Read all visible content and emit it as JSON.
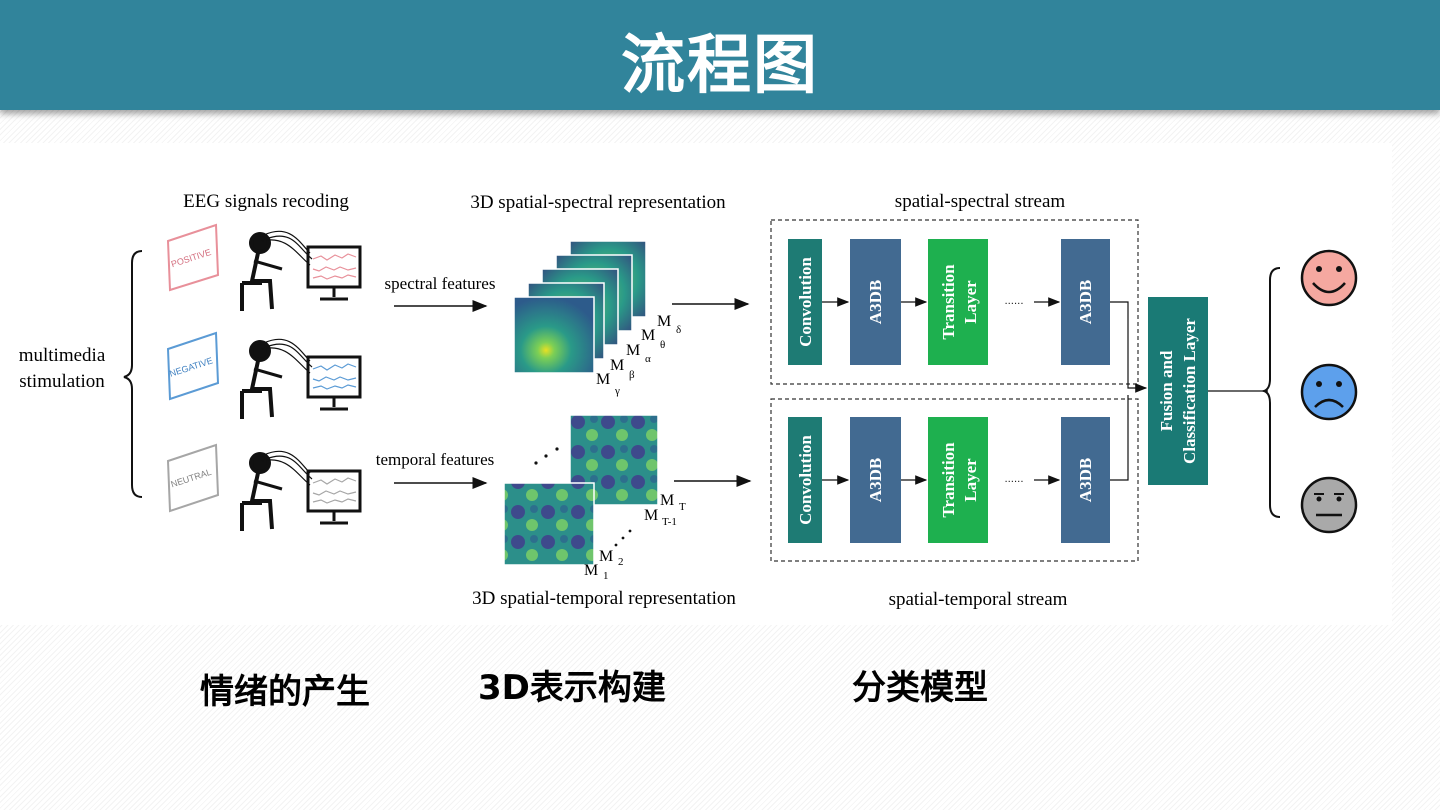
{
  "header": {
    "title": "流程图"
  },
  "diagram": {
    "eeg_title": "EEG signals recoding",
    "stimulation": [
      "multimedia",
      "stimulation"
    ],
    "emotions": [
      "POSITIVE",
      "NEGATIVE",
      "NEUTRAL"
    ],
    "spectral_features": "spectral features",
    "temporal_features": "temporal features",
    "spectral_repr_title": "3D spatial-spectral representation",
    "temporal_repr_title": "3D spatial-temporal representation",
    "spectral_stream_title": "spatial-spectral stream",
    "temporal_stream_title": "spatial-temporal stream",
    "blocks": {
      "convolution": "Convolution",
      "a3db": "A3DB",
      "transition": [
        "Transition",
        "Layer"
      ],
      "dots": "······",
      "fusion": [
        "Fusion and",
        "Classification Layer"
      ]
    },
    "bands": [
      "M",
      "δ",
      "θ",
      "α",
      "β",
      "γ"
    ],
    "temporal_labels": {
      "m": "M",
      "t": "T",
      "t1": "T-1",
      "s2": "2",
      "s1": "1"
    },
    "colors": {
      "header": "#31849b",
      "conv": "#1e7b74",
      "a3db": "#426a91",
      "transition": "#1eb04f",
      "fusion": "#1a7a75",
      "positive": "#e8909a",
      "negative": "#5b9bd5",
      "neutral": "#a6a6a6"
    }
  },
  "captions": {
    "c1": "情绪的产生",
    "c2": "3D表示构建",
    "c3": "分类模型"
  }
}
